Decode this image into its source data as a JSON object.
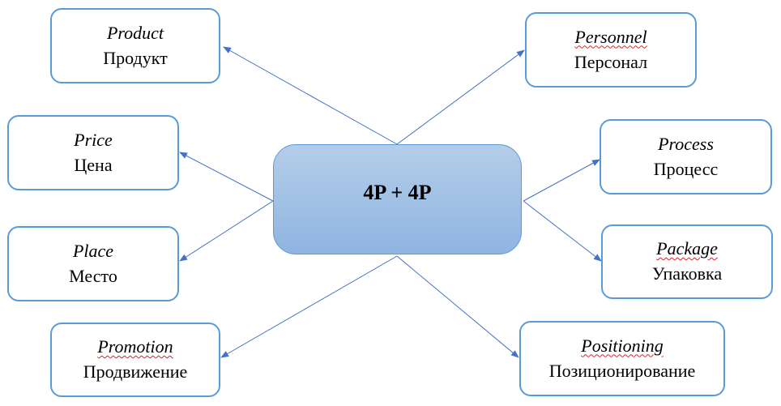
{
  "center": {
    "title": "4P + 4P"
  },
  "nodes": [
    {
      "en": "Product",
      "ru": "Продукт"
    },
    {
      "en": "Price",
      "ru": "Цена"
    },
    {
      "en": "Place",
      "ru": "Место"
    },
    {
      "en": "Promotion",
      "ru": "Продвижение"
    },
    {
      "en": "Personnel",
      "ru": "Персонал"
    },
    {
      "en": "Process",
      "ru": "Процесс"
    },
    {
      "en": "Package",
      "ru": "Упаковка"
    },
    {
      "en": "Positioning",
      "ru": "Позиционирование"
    }
  ],
  "colors": {
    "border": "#5b9bd5",
    "arrow": "#4472c4",
    "center_top": "#b4cde9",
    "center_bottom": "#8fb5e1"
  }
}
